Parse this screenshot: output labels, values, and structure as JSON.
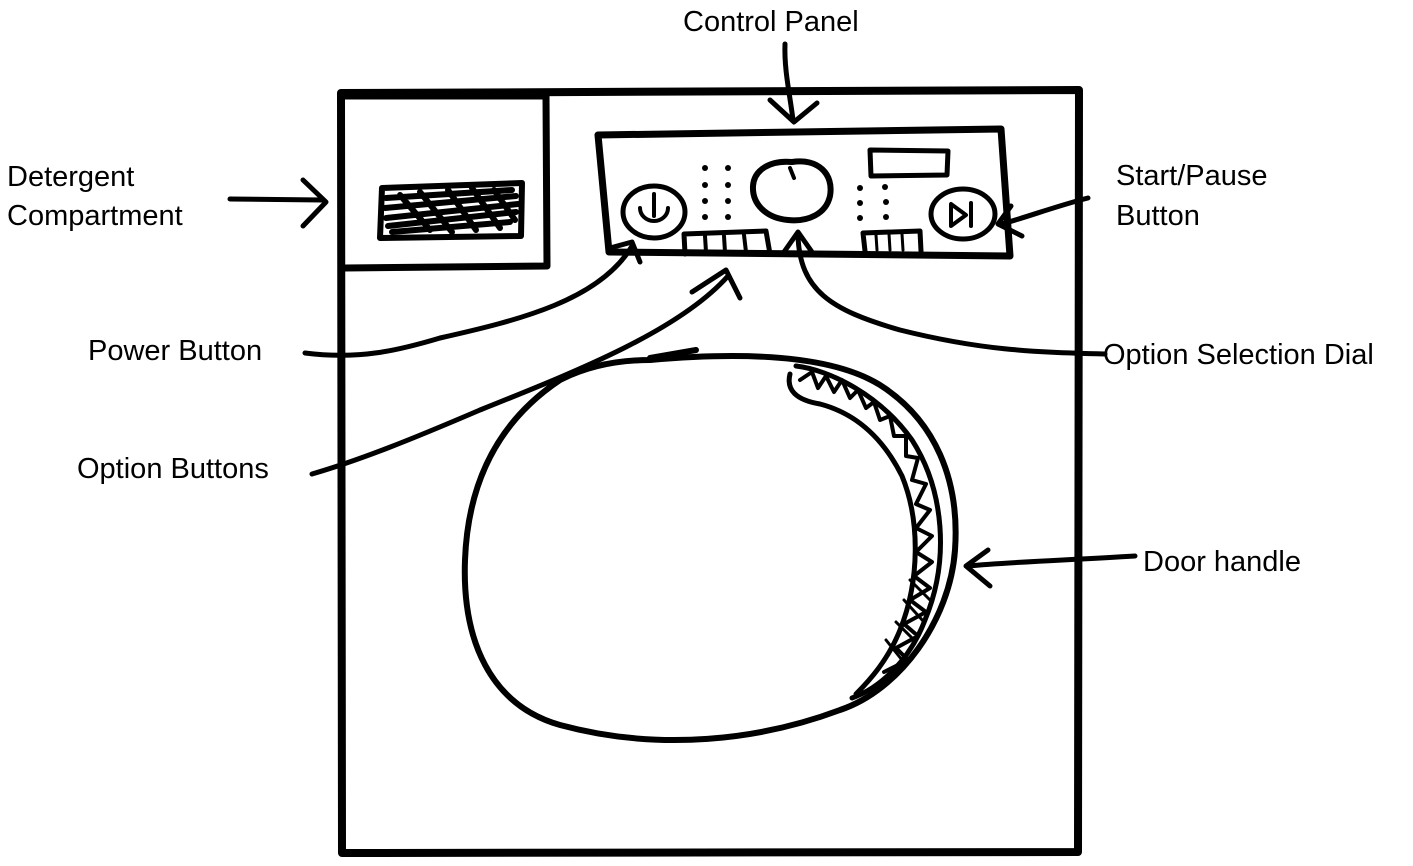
{
  "labels": {
    "control_panel": "Control Panel",
    "detergent_line1": "Detergent",
    "detergent_line2": "Compartment",
    "start_pause_line1": "Start/Pause",
    "start_pause_line2": "Button",
    "power_button": "Power Button",
    "option_selection_dial": "Option Selection Dial",
    "option_buttons": "Option Buttons",
    "door_handle": "Door handle"
  },
  "colors": {
    "ink": "#000000",
    "paper": "#ffffff"
  },
  "icons": {
    "power": "power-symbol-icon",
    "start_pause": "play-pause-icon"
  }
}
